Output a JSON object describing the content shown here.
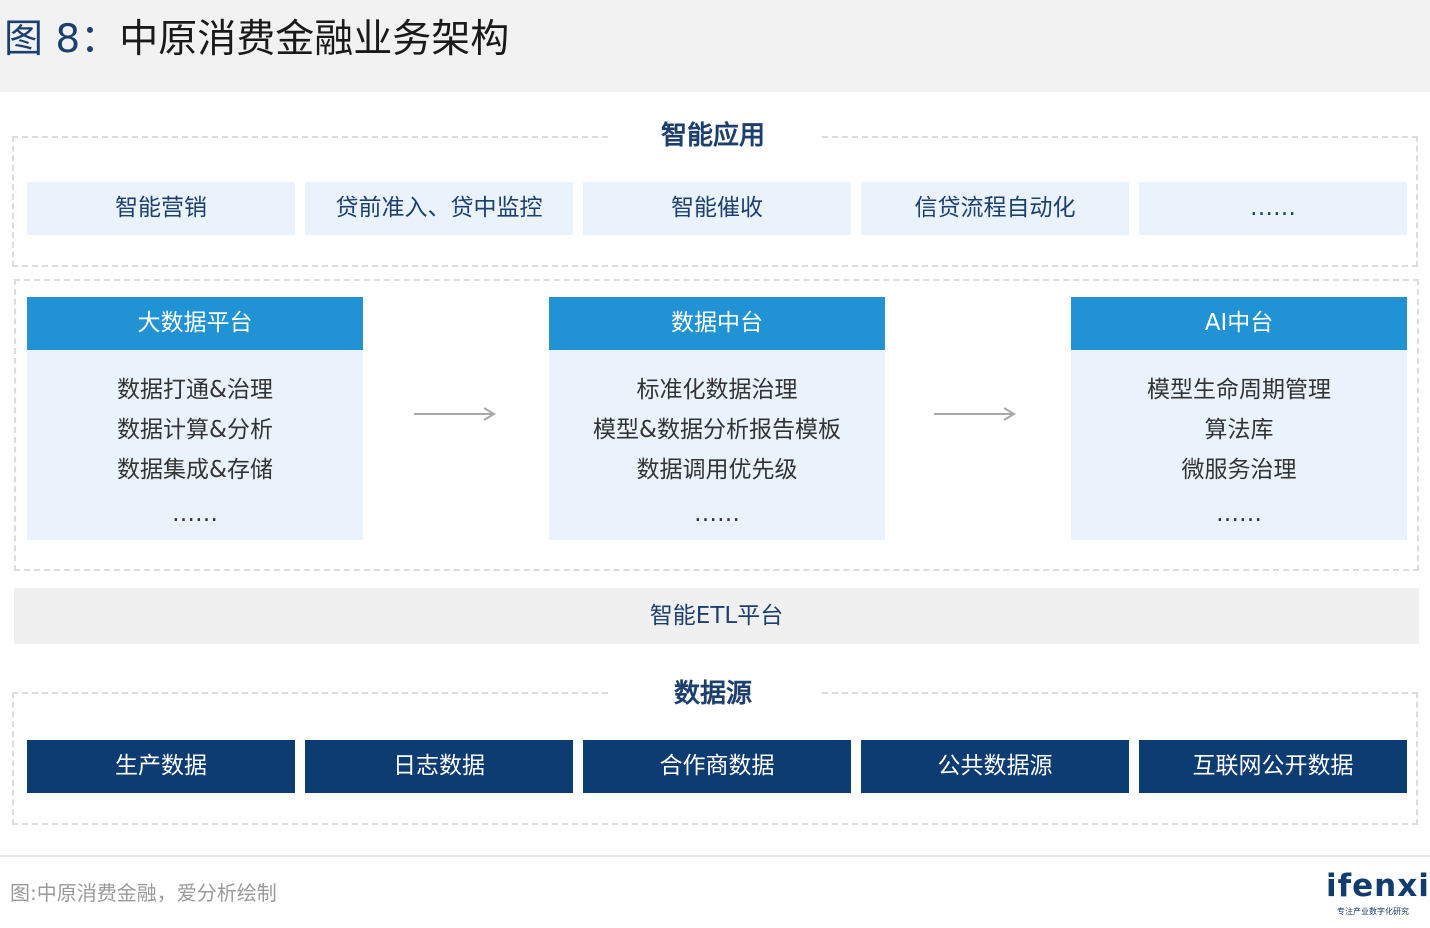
{
  "title": {
    "prefix": "图 8：",
    "text": "中原消费金融业务架构"
  },
  "application": {
    "label": "智能应用",
    "items": [
      "智能营销",
      "贷前准入、贷中监控",
      "智能催收",
      "信贷流程自动化",
      "……"
    ]
  },
  "platforms": [
    {
      "name": "大数据平台",
      "lines": [
        "数据打通&治理",
        "数据计算&分析",
        "数据集成&存储",
        "……"
      ]
    },
    {
      "name": "数据中台",
      "lines": [
        "标准化数据治理",
        "模型&数据分析报告模板",
        "数据调用优先级",
        "……"
      ]
    },
    {
      "name": "AI中台",
      "lines": [
        "模型生命周期管理",
        "算法库",
        "微服务治理",
        "……"
      ]
    }
  ],
  "etl": {
    "label": "智能ETL平台"
  },
  "data_sources": {
    "label": "数据源",
    "items": [
      "生产数据",
      "日志数据",
      "合作商数据",
      "公共数据源",
      "互联网公开数据"
    ]
  },
  "footer": {
    "source": "图:中原消费金融，爱分析绘制",
    "logo_word": "ifenxi",
    "logo_tagline": "专注产业数字化研究"
  },
  "colors": {
    "navy": "#0d3c73",
    "accent_blue": "#2193d5",
    "light_blue": "#eaf3fb",
    "title_blue": "#1d3f6e",
    "etl_gray": "#f0f0f0"
  }
}
